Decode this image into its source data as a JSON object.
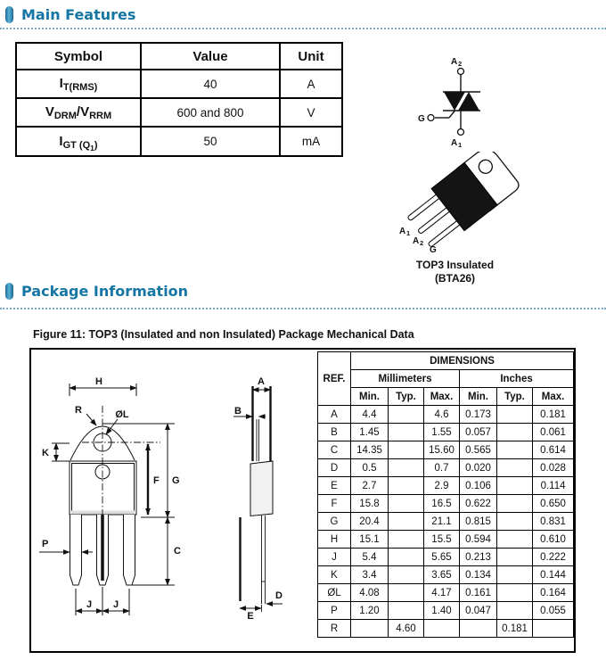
{
  "colors": {
    "accent": "#1576a4",
    "dots": "#79accb",
    "line": "#000000"
  },
  "header1": {
    "title": "Main Features"
  },
  "header2": {
    "title": "Package Information"
  },
  "features_table": {
    "headers": [
      "Symbol",
      "Value",
      "Unit"
    ],
    "rows": [
      {
        "value": "40",
        "unit": "A"
      },
      {
        "value": "600 and 800",
        "unit": "V"
      },
      {
        "value": "50",
        "unit": "mA"
      }
    ],
    "symbols": {
      "r0": {
        "b": "I",
        "s": "T(RMS)"
      },
      "r1": {
        "b1": "V",
        "s1": "DRM",
        "b2": "/V",
        "s2": "RRM"
      },
      "r2": {
        "b": "I",
        "s1": "GT (Q",
        "n": "1",
        "s2": ")"
      }
    }
  },
  "triac": {
    "a2_b": "A",
    "a2_s": "2",
    "g": "G",
    "a1_b": "A",
    "a1_s": "1"
  },
  "package_view": {
    "a1_b": "A",
    "a1_s": "1",
    "a2_b": "A",
    "a2_s": "2",
    "g": "G",
    "caption_line1": "TOP3 Insulated",
    "caption_line2": "(BTA26)"
  },
  "figure": {
    "title": "Figure 11: TOP3 (Insulated and non Insulated) Package Mechanical Data"
  },
  "dim_table": {
    "ref_header": "REF.",
    "dims_header": "DIMENSIONS",
    "group_headers": [
      "Millimeters",
      "Inches"
    ],
    "col_headers": [
      "Min.",
      "Typ.",
      "Max.",
      "Min.",
      "Typ.",
      "Max."
    ],
    "rows": [
      {
        "ref": "A",
        "cells": [
          "4.4",
          "",
          "4.6",
          "0.173",
          "",
          "0.181"
        ]
      },
      {
        "ref": "B",
        "cells": [
          "1.45",
          "",
          "1.55",
          "0.057",
          "",
          "0.061"
        ]
      },
      {
        "ref": "C",
        "cells": [
          "14.35",
          "",
          "15.60",
          "0.565",
          "",
          "0.614"
        ]
      },
      {
        "ref": "D",
        "cells": [
          "0.5",
          "",
          "0.7",
          "0.020",
          "",
          "0.028"
        ]
      },
      {
        "ref": "E",
        "cells": [
          "2.7",
          "",
          "2.9",
          "0.106",
          "",
          "0.114"
        ]
      },
      {
        "ref": "F",
        "cells": [
          "15.8",
          "",
          "16.5",
          "0.622",
          "",
          "0.650"
        ]
      },
      {
        "ref": "G",
        "cells": [
          "20.4",
          "",
          "21.1",
          "0.815",
          "",
          "0.831"
        ]
      },
      {
        "ref": "H",
        "cells": [
          "15.1",
          "",
          "15.5",
          "0.594",
          "",
          "0.610"
        ]
      },
      {
        "ref": "J",
        "cells": [
          "5.4",
          "",
          "5.65",
          "0.213",
          "",
          "0.222"
        ]
      },
      {
        "ref": "K",
        "cells": [
          "3.4",
          "",
          "3.65",
          "0.134",
          "",
          "0.144"
        ]
      },
      {
        "ref": "ØL",
        "cells": [
          "4.08",
          "",
          "4.17",
          "0.161",
          "",
          "0.164"
        ]
      },
      {
        "ref": "P",
        "cells": [
          "1.20",
          "",
          "1.40",
          "0.047",
          "",
          "0.055"
        ]
      },
      {
        "ref": "R",
        "cells": [
          "",
          "4.60",
          "",
          "",
          "0.181",
          ""
        ]
      }
    ]
  },
  "drawing": {
    "front": {
      "H": "H",
      "R": "R",
      "OL": "ØL",
      "K": "K",
      "F": "F",
      "G": "G",
      "P": "P",
      "C": "C",
      "J1": "J",
      "J2": "J"
    },
    "side": {
      "A": "A",
      "B": "B",
      "D": "D",
      "E": "E"
    }
  }
}
